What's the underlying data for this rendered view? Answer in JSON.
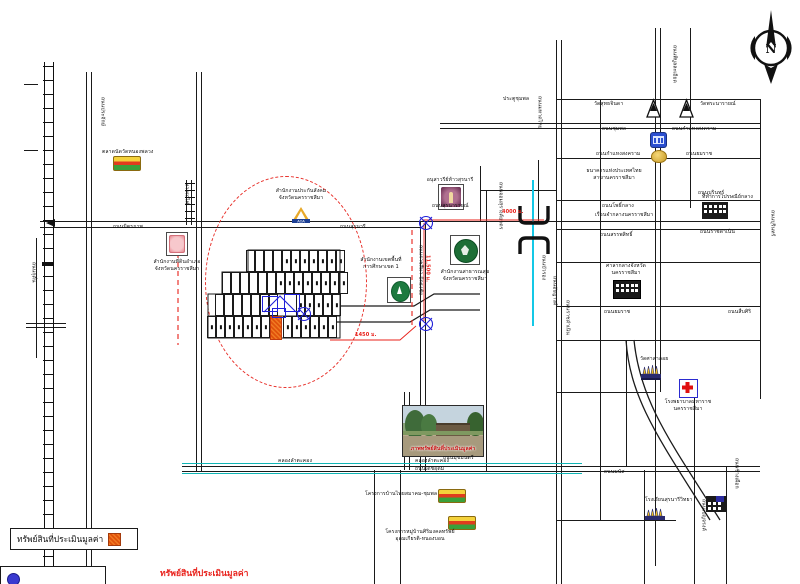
{
  "document": {
    "type": "property-appraisal-location-map",
    "title_red": "ทรัพย์สินที่ประเมินมูลค่า",
    "legend": {
      "label": "ทรัพย์สินที่ประเมินมูลค่า",
      "swatch": "orange-hatched-parcel"
    }
  },
  "compass": {
    "label": "N",
    "name": "north-arrow"
  },
  "subject": {
    "marker": "orange-hatched-plot",
    "callout_distance": "1450 ม."
  },
  "distances": [
    {
      "id": "d1",
      "value": "4000 ม."
    },
    {
      "id": "d2",
      "value": "1450 ม."
    },
    {
      "id": "d3",
      "value": "11,500 ม."
    }
  ],
  "poi": [
    {
      "id": "p1",
      "icon": "market-icon",
      "lines": [
        "ตลาดนัดวัดหนองพลวง"
      ]
    },
    {
      "id": "p2",
      "icon": "pink-seal-icon",
      "lines": [
        "สำนักงานที่ดินอำเภอ",
        "จังหวัดนครราชสีมา"
      ]
    },
    {
      "id": "p3",
      "icon": "aoa-logo-icon",
      "lines": [
        "สำนักงานประกันสังคม",
        "จังหวัดนครราชสีมา"
      ]
    },
    {
      "id": "p4",
      "icon": "green-seal-icon",
      "lines": [
        "สำนักงานเขตพื้นที่",
        "การศึกษาเขต 1"
      ]
    },
    {
      "id": "p5",
      "icon": "green-circle-icon",
      "lines": [
        "สำนักงานสาธารณสุข",
        "จังหวัดนครราชสีมา"
      ]
    },
    {
      "id": "p6",
      "icon": "maroon-shrine-icon",
      "lines": [
        "อนุสาวรีย์ท้าวสุรนารี"
      ]
    },
    {
      "id": "p7",
      "icon": "pagoda-icon",
      "lines": [
        "วัดสุทธจินดา"
      ]
    },
    {
      "id": "p8",
      "icon": "pagoda-icon",
      "lines": [
        "วัดพระนารายณ์"
      ]
    },
    {
      "id": "p9",
      "icon": "bank-icon",
      "lines": [
        "ธนาคารแห่งประเทศไทย",
        "สาขานครราชสีมา"
      ]
    },
    {
      "id": "p10",
      "icon": "building-icon",
      "lines": [
        "ศาลากลางจังหวัด",
        "นครราชสีมา"
      ]
    },
    {
      "id": "p11",
      "icon": "office-icon",
      "lines": [
        "ที่ทำการไปรษณีย์กลาง"
      ]
    },
    {
      "id": "p12",
      "icon": "temple-icon",
      "lines": [
        "วัดศาลาลอย"
      ]
    },
    {
      "id": "p13",
      "icon": "hospital-icon",
      "lines": [
        "โรงพยาบาลมหาราช",
        "นครราชสีมา"
      ]
    },
    {
      "id": "p14",
      "icon": "school-icon",
      "lines": [
        "โรงเรียนสุรนารีวิทยา"
      ]
    },
    {
      "id": "p15",
      "icon": "market-icon",
      "lines": [
        "โครงการบ้านไทยสมาคม-ชุมพล"
      ]
    },
    {
      "id": "p16",
      "icon": "market-icon",
      "lines": [
        "โครงการหมู่บ้านศิริมงคลทรัพย์",
        "อุดมเกียรติ-หนองบอน"
      ]
    },
    {
      "id": "p17",
      "icon": "gate-icon",
      "lines": [
        "ประตูชุมพล"
      ]
    },
    {
      "id": "p18",
      "icon": "office-icon",
      "lines": [
        "เรือนจำกลางนครราชสีมา"
      ]
    }
  ],
  "roads": [
    {
      "id": "r1",
      "label": "ถนนมิตรภาพ"
    },
    {
      "id": "r2",
      "label": "ถนนสุรนารายณ์"
    },
    {
      "id": "r3",
      "label": "ถนนราชสีมา-ปักธงชัย"
    },
    {
      "id": "r4",
      "label": "ถนนจอมสุรางค์ยาตร"
    },
    {
      "id": "r5",
      "label": "ถนนมหาดไทย"
    },
    {
      "id": "r6",
      "label": "ถนนบัวรอง"
    },
    {
      "id": "r7",
      "label": "ถนนอัษฎางค์"
    },
    {
      "id": "r8",
      "label": "ถนนชุมพล"
    },
    {
      "id": "r9",
      "label": "ถนนโพธิ์กลาง"
    },
    {
      "id": "r10",
      "label": "ถนนสรรพสิทธิ์"
    },
    {
      "id": "r11",
      "label": "ถนนยมราช"
    },
    {
      "id": "r12",
      "label": "ถนนมนัส"
    },
    {
      "id": "r13",
      "label": "ถนนกำแหงสงคราม"
    },
    {
      "id": "r14",
      "label": "ถนนบุรินทร์"
    },
    {
      "id": "r15",
      "label": "ถนนราชดำเนิน"
    },
    {
      "id": "r16",
      "label": "ถนนสืบศิริ"
    },
    {
      "id": "r17",
      "label": "ถนนเบญจรงค์"
    },
    {
      "id": "r18",
      "label": "ทางรถไฟ"
    },
    {
      "id": "r19",
      "label": "ถนนพิบูลละเอียด"
    },
    {
      "id": "r20",
      "label": "คลองลำตะคอง"
    },
    {
      "id": "r21",
      "label": "ถนนเดชอุดม"
    },
    {
      "id": "r22",
      "label": "ถนนสุรนารี"
    },
    {
      "id": "r23",
      "label": "ถนนประจักษ์"
    },
    {
      "id": "r24",
      "label": "ถนนกุดั่น"
    },
    {
      "id": "r25",
      "label": "ถนนช้างเผือก"
    },
    {
      "id": "r26",
      "label": "ถนนมุขมนตรี"
    }
  ],
  "photo_inset": {
    "caption": "ภาพทรัพย์สินที่ประเมินมูลค่า"
  },
  "colors": {
    "subject": "#e0520c",
    "annotation": "#e8201a",
    "water": "#14c8e6",
    "canal": "#0fb5b5",
    "survey": "#2020d8",
    "road": "#1a1a1a"
  }
}
